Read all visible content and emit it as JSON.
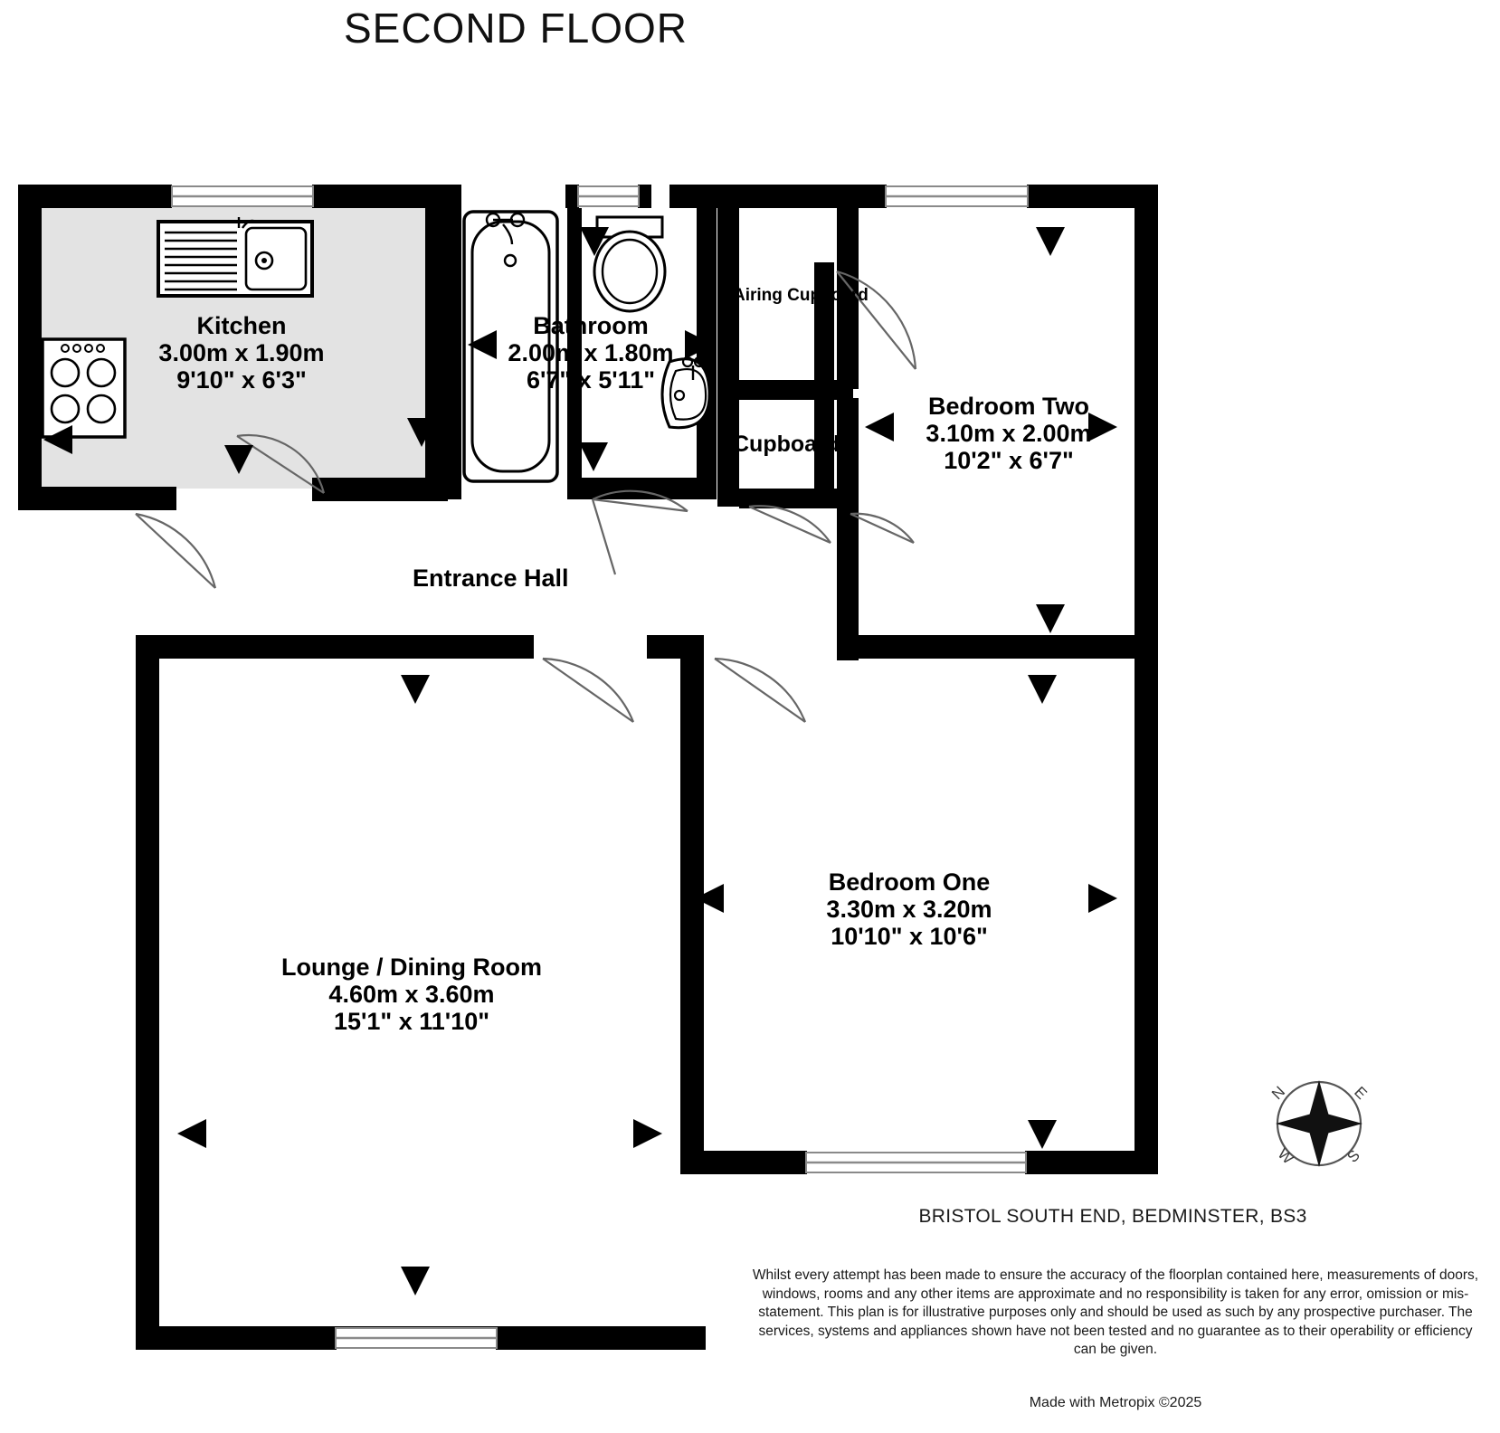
{
  "title": "SECOND FLOOR",
  "rooms": [
    {
      "id": "kitchen",
      "name": "Kitchen",
      "metric": "3.00m  x 1.90m",
      "imperial": "9'10\"  x 6'3\""
    },
    {
      "id": "bathroom",
      "name": "Bathroom",
      "metric": "2.00m  x 1.80m",
      "imperial": "6'7\"  x 5'11\""
    },
    {
      "id": "bedroom-two",
      "name": "Bedroom Two",
      "metric": "3.10m  x 2.00m",
      "imperial": "10'2\"  x 6'7\""
    },
    {
      "id": "bedroom-one",
      "name": "Bedroom One",
      "metric": "3.30m  x 3.20m",
      "imperial": "10'10\"  x 10'6\""
    },
    {
      "id": "lounge-dining-room",
      "name": "Lounge / Dining Room",
      "metric": "4.60m  x 3.60m",
      "imperial": "15'1\"  x 11'10\""
    }
  ],
  "areas": {
    "entrance_hall": "Entrance Hall",
    "airing_cupboard": "Airing Cupboard",
    "cupboard": "Cupboard"
  },
  "compass": {
    "north": "N",
    "east": "E",
    "south": "S",
    "west": "W"
  },
  "footer": {
    "address": "BRISTOL SOUTH END, BEDMINSTER, BS3",
    "disclaimer": "Whilst every attempt has been made to ensure the accuracy of the floorplan contained here, measurements of doors, windows, rooms and any other items are approximate and no responsibility is taken for any error, omission or mis-statement. This plan is for illustrative purposes only and should be used as such by any prospective purchaser. The services, systems and appliances shown have not been tested and no guarantee as to their operability or efficiency can be given.",
    "made_with": "Made with Metropix ©2025"
  },
  "colors": {
    "wall": "#000000",
    "floor_fill": "#e3e3e3",
    "paper": "#ffffff",
    "window": "#9a9a9a",
    "text": "#000000"
  }
}
